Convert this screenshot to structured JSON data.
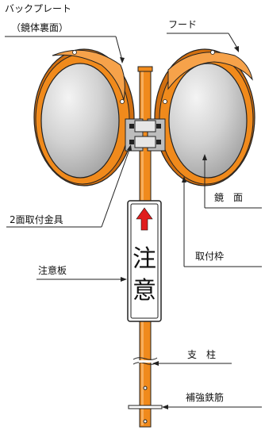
{
  "labels": {
    "back_plate": "バックプレート",
    "back_plate_sub": "（鏡体裏面）",
    "hood": "フード",
    "mirror_surface": "鏡　面",
    "bracket": "2面取付金具",
    "frame": "取付枠",
    "sign_board": "注意板",
    "pole": "支　柱",
    "reinforcing_bar": "補強鉄筋"
  },
  "sign": {
    "char1": "注",
    "char2": "意"
  },
  "colors": {
    "orange": "#F08A1C",
    "dark_orange": "#D16F10",
    "arrow_red": "#E01E1E",
    "mirror_gray": "#BDBDBD"
  }
}
